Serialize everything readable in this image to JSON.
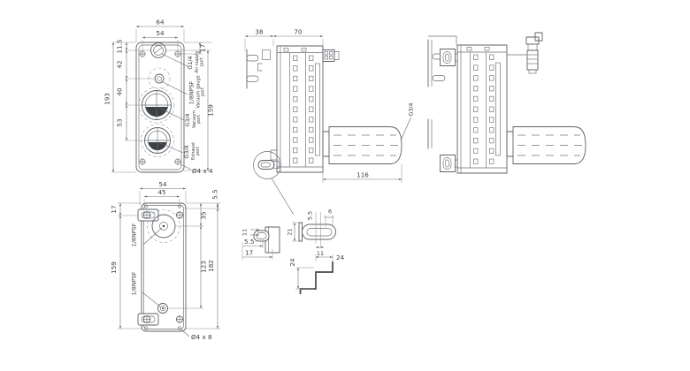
{
  "front_view": {
    "dim_outer_width": "64",
    "dim_inner_width": "54",
    "dim_top_offset": "11.5",
    "dim_port1_spacing": "42",
    "dim_port2_spacing": "40",
    "dim_port3_spacing": "53",
    "dim_total_height": "193",
    "dim_screw_offset": "17",
    "dim_side_height": "159",
    "hole_note": "Ø4 x 4",
    "ports": [
      {
        "thread": "G1/4",
        "line1": "Air supply",
        "line2": "port"
      },
      {
        "thread": "1/8NPSF",
        "line1": "Vacuum gauge",
        "line2": "port"
      },
      {
        "thread": "G3/4",
        "line1": "Vacuum",
        "line2": "port"
      },
      {
        "thread": "G3/4",
        "line1": "Exhaust",
        "line2": "port"
      }
    ]
  },
  "side_view": {
    "dim_bracket_depth": "38",
    "dim_body_depth": "70",
    "dim_silencer_length": "116",
    "silencer_thread": "G3/4"
  },
  "rear_view": {
    "dim_outer_width": "54",
    "dim_inner_width": "45",
    "dim_corner_offset": "5.5",
    "dim_tab_offset": "17",
    "dim_port_top": "35",
    "dim_tab_height": "159",
    "dim_port_spacing": "123",
    "dim_total_height": "182",
    "hole_note": "Ø4 x 8",
    "port1_thread": "1/8NPSF",
    "port2_thread": "1/8NPSF"
  },
  "detail_views": {
    "side_slot": {
      "dim_a": "11",
      "dim_b": "5.5",
      "dim_c": "17"
    },
    "front_slot": {
      "dim_a": "5.5",
      "dim_b": "6",
      "dim_c": "21",
      "dim_d": "11"
    },
    "step": {
      "dim_w": "24",
      "dim_h": "24"
    }
  }
}
